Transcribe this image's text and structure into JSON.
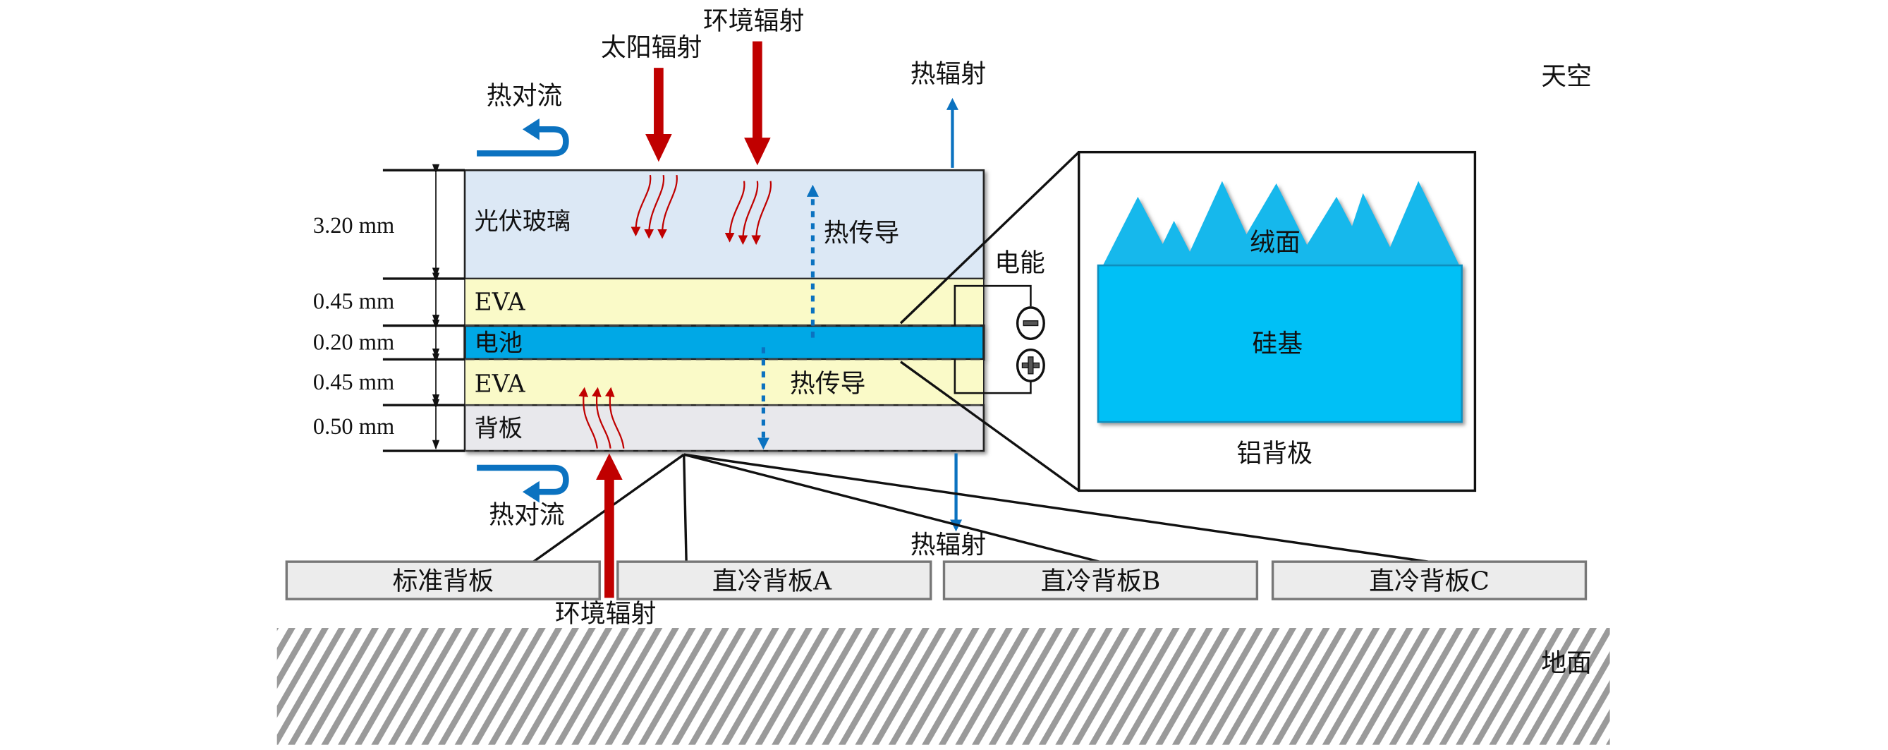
{
  "title": "光伏组件传热示意图",
  "colors": {
    "glass": "#dce8f5",
    "eva": "#fafac8",
    "cell": "#00a8e6",
    "backsheet": "#e8e8ec",
    "radiation_red": "#c00000",
    "heat_blue": "#0b72c0",
    "silicon": "#00c0f6",
    "texture": "#18b8ec",
    "panel_box": "#ececec",
    "ground_hatch": "#9a9a9a"
  },
  "environment": {
    "sky_label": "天空",
    "ground_label": "地面"
  },
  "top_fluxes": {
    "convection_top": "热对流",
    "solar_radiation": "太阳辐射",
    "ambient_radiation_top": "环境辐射",
    "thermal_radiation_top": "热辐射"
  },
  "bottom_fluxes": {
    "convection_bottom": "热对流",
    "ambient_radiation_bottom": "环境辐射",
    "thermal_radiation_bottom": "热辐射"
  },
  "layers": [
    {
      "name": "光伏玻璃",
      "thickness": "3.20 mm"
    },
    {
      "name": "EVA",
      "thickness": "0.45 mm"
    },
    {
      "name": "电池",
      "thickness": "0.20 mm"
    },
    {
      "name": "EVA",
      "thickness": "0.45 mm"
    },
    {
      "name": "背板",
      "thickness": "0.50 mm"
    }
  ],
  "conduction": {
    "upper_label": "热传导",
    "lower_label": "热传导"
  },
  "electric": {
    "label": "电能",
    "negative": "−",
    "positive": "+"
  },
  "inset": {
    "texture_label": "绒面",
    "silicon_label": "硅基",
    "aluminum_label": "铝背极"
  },
  "backsheet_options": [
    {
      "label": "标准背板"
    },
    {
      "label": "直冷背板A"
    },
    {
      "label": "直冷背板B"
    },
    {
      "label": "直冷背板C"
    }
  ]
}
